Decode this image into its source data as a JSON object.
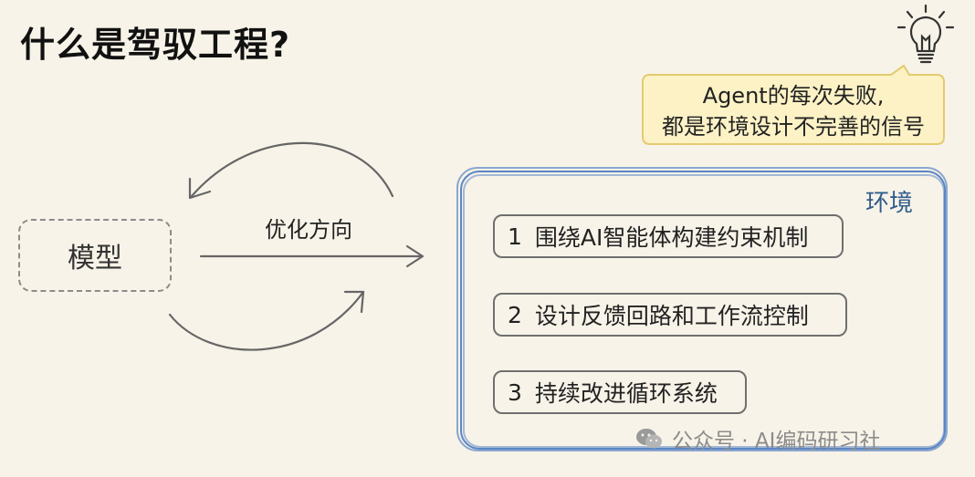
{
  "title": "什么是驾驭工程?",
  "callout": {
    "line1": "Agent的每次失败,",
    "line2": "都是环境设计不完善的信号"
  },
  "model_label": "模型",
  "arrow_label": "优化方向",
  "environment": {
    "title": "环境",
    "items": [
      {
        "num": "1",
        "text": "围绕AI智能体构建约束机制"
      },
      {
        "num": "2",
        "text": "设计反馈回路和工作流控制"
      },
      {
        "num": "3",
        "text": "持续改进循环系统"
      }
    ]
  },
  "watermark": "公众号 · AI编码研习社",
  "colors": {
    "background": "#f8f3e8",
    "callout_fill": "#fdf2c6",
    "callout_border": "#e3cb6f",
    "environment_border": "#5b86c4",
    "environment_label": "#2f5d8c"
  },
  "icons": [
    "lightbulb-icon",
    "wechat-icon"
  ]
}
